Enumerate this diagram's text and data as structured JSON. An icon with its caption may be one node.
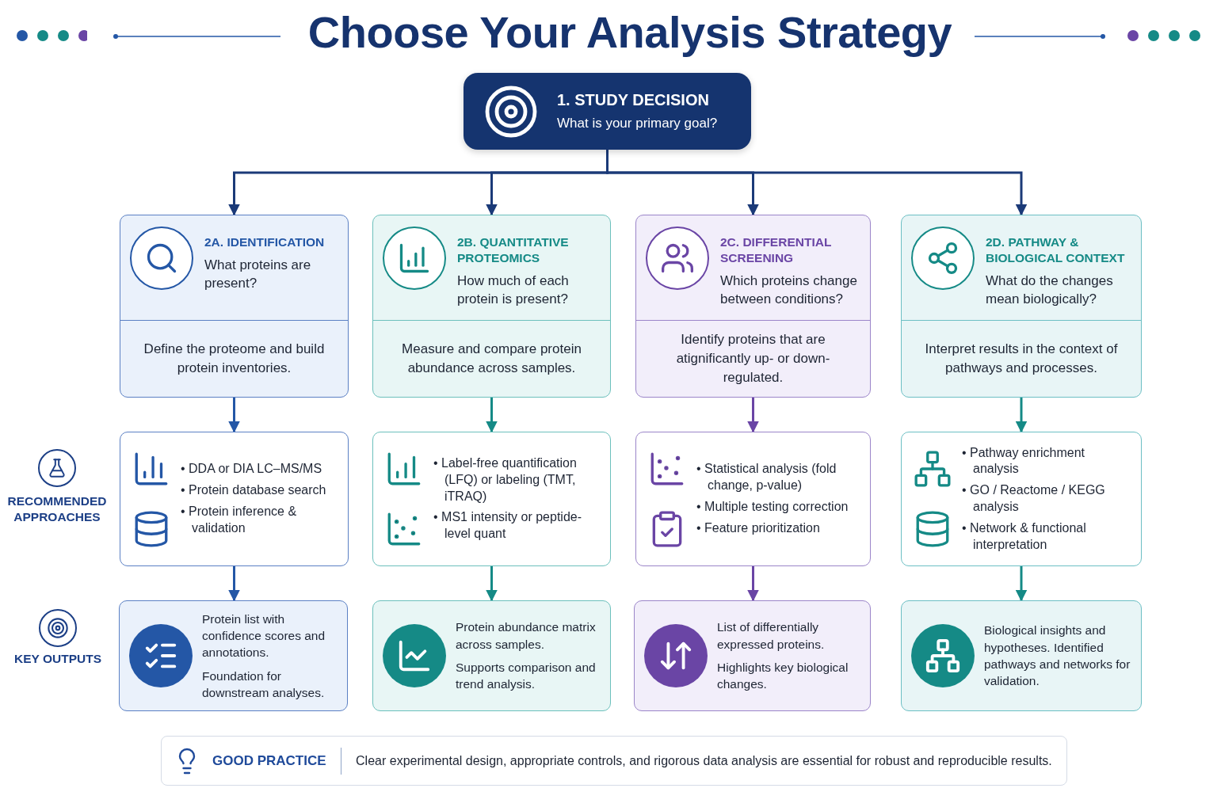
{
  "diagram": {
    "title": "Choose Your Analysis Strategy",
    "nodes": [
      {
        "text": [
          "1. STUDY DECISION",
          "What is your primary goal?"
        ]
      },
      {
        "text": [
          "2A. IDENTIFICATION",
          "What proteins are present?",
          "Define the proteome and build protein inventories."
        ]
      },
      {
        "text": [
          "2B. QUANTITATIVE PROTEOMICS",
          "How much of each protein is present?",
          "Measure and compare protein abundance across samples."
        ]
      },
      {
        "text": [
          "2C. DIFFERENTIAL SCREENING",
          "Which proteins change between conditions?",
          "Identify proteins that are atignificantly up- or down-regulated."
        ]
      },
      {
        "text": [
          "2D. PATHWAY & BIOLOGICAL CONTEXT",
          "What do the changes mean biologically?",
          "Interpret results in the context of pathways and processes."
        ]
      },
      {
        "text": [
          "• DDA or DIA LC–MS/MS",
          "• Protein database search",
          "• Protein inference & validation"
        ]
      },
      {
        "text": [
          "• Label-free quantification (LFQ) or labeling (TMT, iTRAQ)",
          "• MS1 intensity or peptide-level quant"
        ]
      },
      {
        "text": [
          "• Statistical analysis (fold change, p-value)",
          "• Multiple testing correction",
          "• Feature prioritization"
        ]
      },
      {
        "text": [
          "• Pathway enrichment analysis",
          "• GO / Reactome / KEGG analysis",
          "• Network & functional interpretation"
        ]
      },
      {
        "text": [
          "Protein list with confidence scores and annotations.",
          "Foundation for downstream analyses."
        ]
      },
      {
        "text": [
          "Protein abundance matrix across samples.",
          "Supports comparison and trend analysis."
        ]
      },
      {
        "text": [
          "List of differentially expressed proteins.",
          "Highlights key biological changes."
        ]
      },
      {
        "text": [
          "Biological insights and hypotheses. Identified pathways and networks for validation."
        ]
      },
      {
        "text": [
          "GOOD PRACTICE",
          "Clear experimental design, appropriate controls, and rigorous data analysis are essential for robust and reproducible results."
        ]
      }
    ],
    "edges": [
      {
        "from": 0,
        "to": 1,
        "arrow": "to",
        "color": "#1b3a78"
      },
      {
        "from": 0,
        "to": 2,
        "arrow": "to",
        "color": "#1b3a78"
      },
      {
        "from": 0,
        "to": 3,
        "arrow": "to",
        "color": "#1b3a78"
      },
      {
        "from": 0,
        "to": 4,
        "arrow": "to",
        "color": "#1b3a78"
      },
      {
        "from": 1,
        "to": 5,
        "arrow": "to",
        "color": "#2457a6"
      },
      {
        "from": 2,
        "to": 6,
        "arrow": "to",
        "color": "#158a86"
      },
      {
        "from": 3,
        "to": 7,
        "arrow": "to",
        "color": "#6a45a5"
      },
      {
        "from": 4,
        "to": 8,
        "arrow": "to",
        "color": "#158a86"
      },
      {
        "from": 5,
        "to": 9,
        "arrow": "to",
        "color": "#2457a6"
      },
      {
        "from": 6,
        "to": 10,
        "arrow": "to",
        "color": "#158a86"
      },
      {
        "from": 7,
        "to": 11,
        "arrow": "to",
        "color": "#6a45a5"
      },
      {
        "from": 8,
        "to": 12,
        "arrow": "to",
        "color": "#158a86"
      }
    ],
    "labels": [
      "RECOMMENDED APPROACHES",
      "KEY OUTPUTS"
    ]
  }
}
